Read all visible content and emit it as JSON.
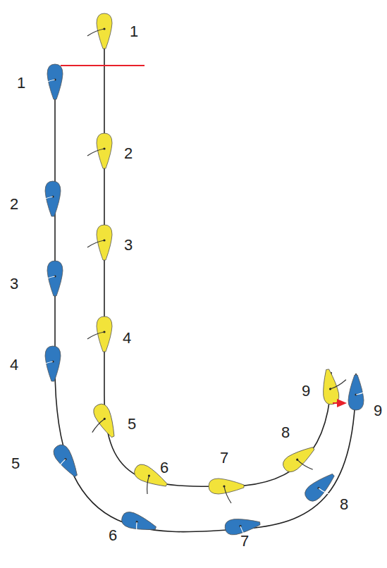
{
  "diagram": {
    "labels": [
      "1",
      "2",
      "3",
      "4",
      "5",
      "6",
      "7",
      "8",
      "9",
      "1",
      "2",
      "3",
      "4",
      "5",
      "6",
      "7",
      "8",
      "9"
    ]
  }
}
